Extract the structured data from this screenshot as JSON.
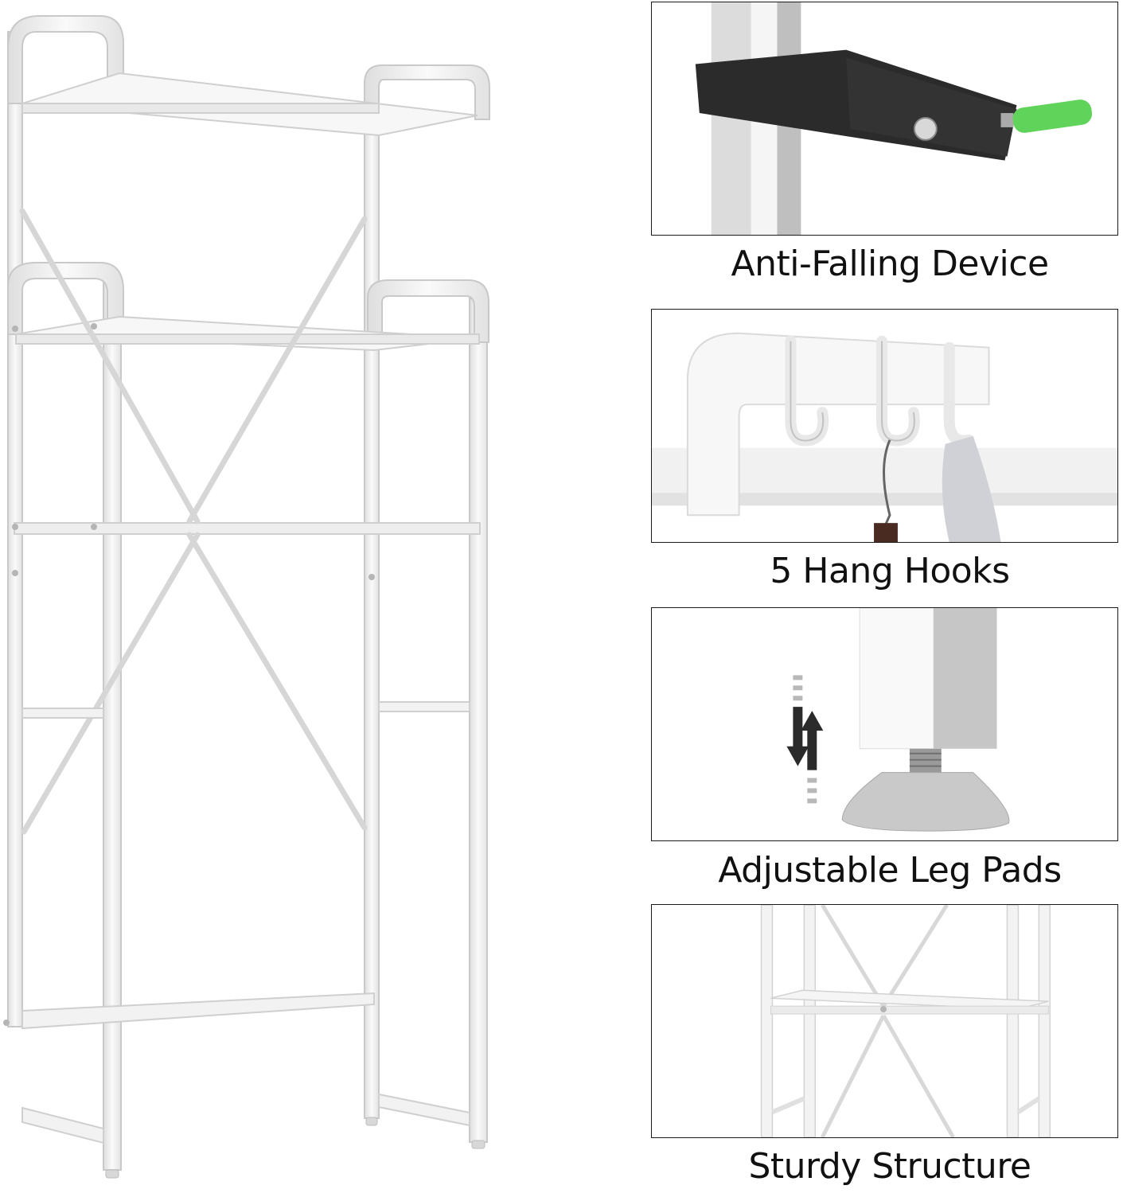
{
  "features": [
    {
      "label": "Anti-Falling Device",
      "icon": "anti-falling-strap-icon"
    },
    {
      "label": "5 Hang Hooks",
      "icon": "hang-hooks-icon"
    },
    {
      "label": "Adjustable Leg Pads",
      "icon": "leg-pad-icon"
    },
    {
      "label": "Sturdy Structure",
      "icon": "frame-structure-icon"
    }
  ],
  "colors": {
    "frame": "#f4f4f4",
    "frame_edge": "#d4d4d4",
    "strap": "#2b2b2b",
    "anchor": "#5fd35a",
    "border": "#1a1a1a"
  }
}
